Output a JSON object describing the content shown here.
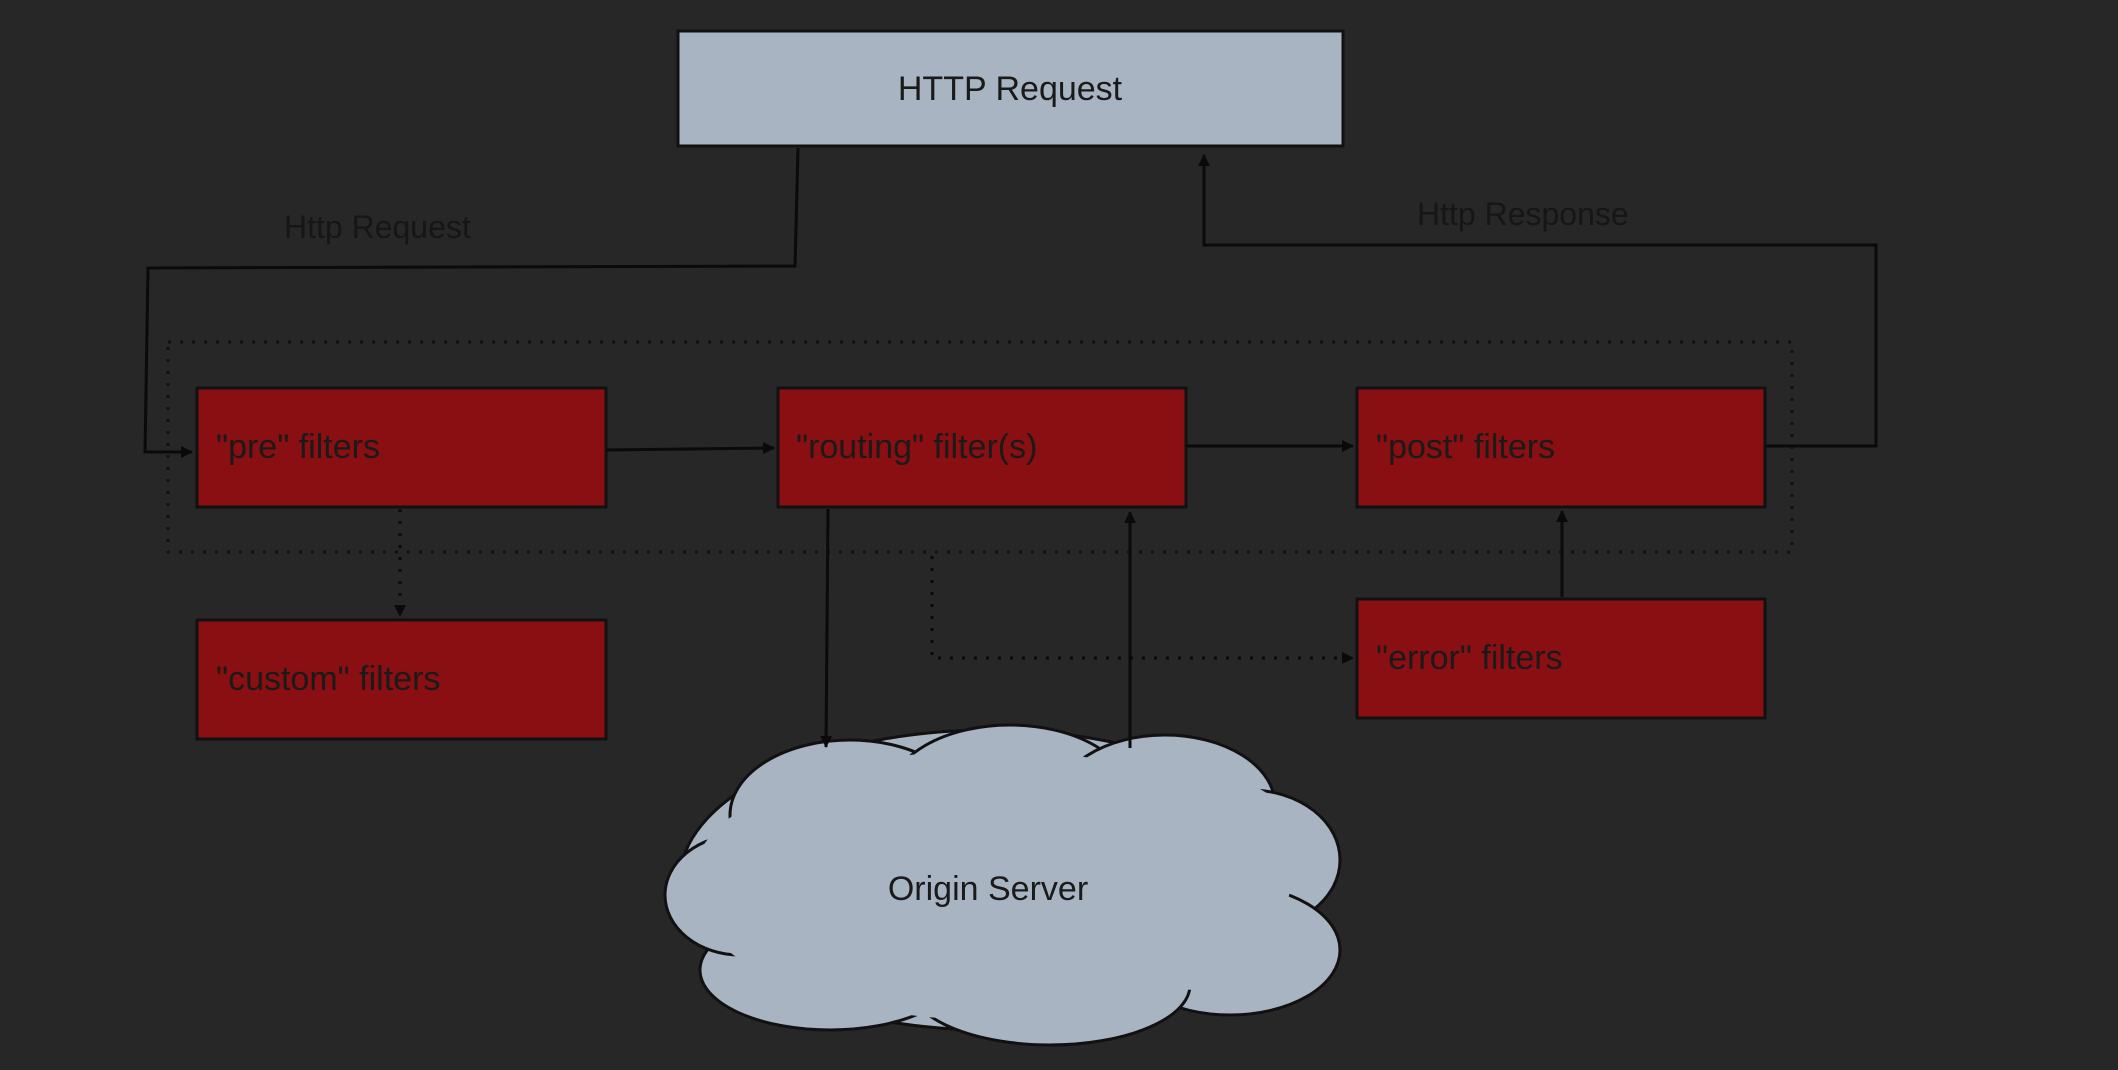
{
  "nodes": {
    "http_request": "HTTP Request",
    "pre": "\"pre\" filters",
    "routing": "\"routing\" filter(s)",
    "post": "\"post\" filters",
    "custom": "\"custom\" filters",
    "error": "\"error\" filters",
    "origin": "Origin Server"
  },
  "edges": {
    "request_label": "Http Request",
    "response_label": "Http Response"
  },
  "colors": {
    "background": "#272727",
    "filter_fill": "#8a0f12",
    "light_fill": "#a9b4c2",
    "line": "#0a0a0a"
  }
}
